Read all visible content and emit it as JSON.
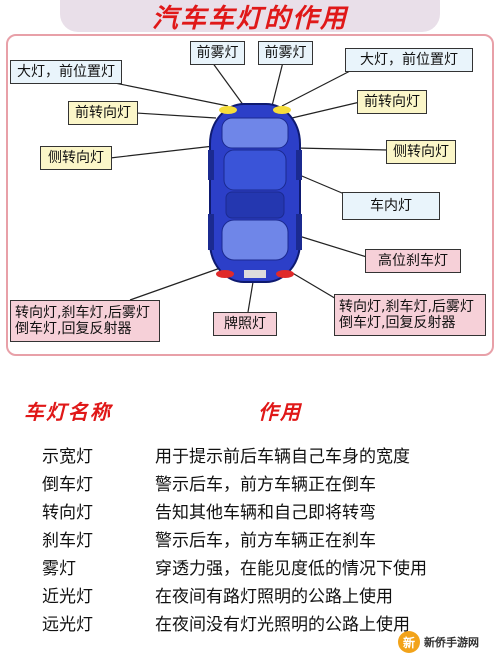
{
  "title": "汽车车灯的作用",
  "labels": {
    "front_fog_left": "前雾灯",
    "front_fog_right": "前雾灯",
    "headlight_left": "大灯，前位置灯",
    "headlight_right": "大灯，前位置灯",
    "front_turn_left": "前转向灯",
    "front_turn_right": "前转向灯",
    "side_turn_left": "侧转向灯",
    "side_turn_right": "侧转向灯",
    "interior": "车内灯",
    "high_brake": "高位刹车灯",
    "rear_left_line1": "转向灯,刹车灯,后雾灯",
    "rear_left_line2": "倒车灯,回复反射器",
    "plate": "牌照灯",
    "rear_right_line1": "转向灯,刹车灯,后雾灯",
    "rear_right_line2": "倒车灯,回复反射器"
  },
  "table": {
    "header_name": "车灯名称",
    "header_function": "作用",
    "rows": [
      {
        "name": "示宽灯",
        "desc": "用于提示前后车辆自己车身的宽度"
      },
      {
        "name": "倒车灯",
        "desc": "警示后车，前方车辆正在倒车"
      },
      {
        "name": "转向灯",
        "desc": "告知其他车辆和自己即将转弯"
      },
      {
        "name": "刹车灯",
        "desc": "警示后车，前方车辆正在刹车"
      },
      {
        "name": "雾灯",
        "desc": "穿透力强，在能见度低的情况下使用"
      },
      {
        "name": "近光灯",
        "desc": "在夜间有路灯照明的公路上使用"
      },
      {
        "name": "远光灯",
        "desc": "在夜间没有灯光照明的公路上使用"
      }
    ]
  },
  "watermark": {
    "mark": "新",
    "text": "新侨手游网"
  },
  "colors": {
    "accent_red": "#e01818",
    "car_blue": "#2c3fc8",
    "lamp_yellow": "#f5dd3a"
  }
}
